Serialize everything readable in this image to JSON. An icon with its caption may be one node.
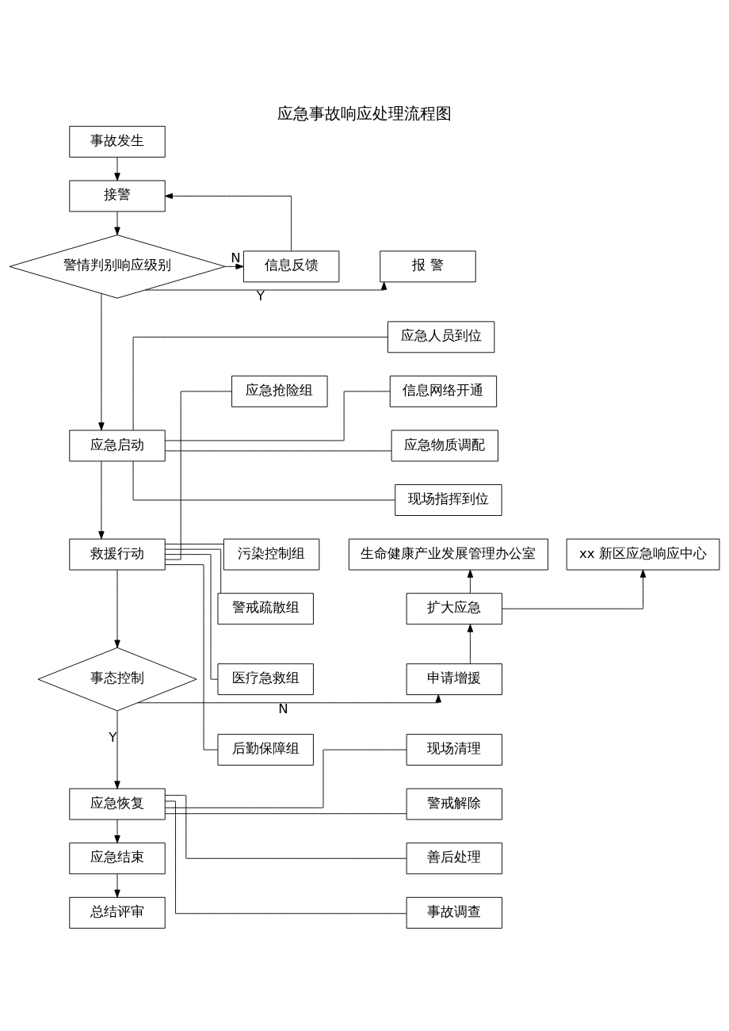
{
  "diagram": {
    "title": "应急事故响应处理流程图",
    "nodes": [
      {
        "text": [
          "事故发生"
        ]
      },
      {
        "text": [
          "接警"
        ]
      },
      {
        "text": [
          "警情判别响应级别"
        ]
      },
      {
        "text": [
          "报 警"
        ]
      },
      {
        "text": [
          "信息反馈"
        ]
      },
      {
        "text": [
          "应急人员到位"
        ]
      },
      {
        "text": [
          "信息网络开通"
        ]
      },
      {
        "text": [
          "应急物质调配"
        ]
      },
      {
        "text": [
          "现场指挥到位"
        ]
      },
      {
        "text": [
          "应急启动"
        ]
      },
      {
        "text": [
          "应急抢险组"
        ]
      },
      {
        "text": [
          "污染控制组"
        ]
      },
      {
        "text": [
          "警戒疏散组"
        ]
      },
      {
        "text": [
          "医疗急救组"
        ]
      },
      {
        "text": [
          "后勤保障组"
        ]
      },
      {
        "text": [
          "生命健康产业发展管理办公室"
        ]
      },
      {
        "text": [
          "xx 新区应急响应中心"
        ]
      },
      {
        "text": [
          "救援行动"
        ]
      },
      {
        "text": [
          "扩大应急"
        ]
      },
      {
        "text": [
          "申请增援"
        ]
      },
      {
        "text": [
          "事态控制"
        ]
      },
      {
        "text": [
          "现场清理"
        ]
      },
      {
        "text": [
          "警戒解除"
        ]
      },
      {
        "text": [
          "善后处理"
        ]
      },
      {
        "text": [
          "事故调查"
        ]
      },
      {
        "text": [
          "应急恢复"
        ]
      },
      {
        "text": [
          "应急结束"
        ]
      },
      {
        "text": [
          "总结评审"
        ]
      }
    ],
    "edges": [
      {
        "from": 0,
        "to": 1,
        "arrow": "to"
      },
      {
        "from": 1,
        "to": 2,
        "arrow": "to"
      },
      {
        "from": 2,
        "to": 3,
        "arrow": "to",
        "label": "Y"
      },
      {
        "from": 2,
        "to": 4,
        "arrow": "to",
        "label": "N"
      },
      {
        "from": 4,
        "to": 1,
        "arrow": "to"
      },
      {
        "from": 2,
        "to": 9,
        "arrow": "to"
      },
      {
        "from": 9,
        "to": 5,
        "arrow": "none"
      },
      {
        "from": 9,
        "to": 6,
        "arrow": "none"
      },
      {
        "from": 9,
        "to": 7,
        "arrow": "none"
      },
      {
        "from": 9,
        "to": 8,
        "arrow": "none"
      },
      {
        "from": 9,
        "to": 17,
        "arrow": "to"
      },
      {
        "from": 17,
        "to": 10,
        "arrow": "none"
      },
      {
        "from": 17,
        "to": 11,
        "arrow": "none"
      },
      {
        "from": 17,
        "to": 12,
        "arrow": "none"
      },
      {
        "from": 17,
        "to": 13,
        "arrow": "none"
      },
      {
        "from": 17,
        "to": 14,
        "arrow": "none"
      },
      {
        "from": 17,
        "to": 20,
        "arrow": "to"
      },
      {
        "from": 20,
        "to": 19,
        "arrow": "to",
        "label": "N"
      },
      {
        "from": 19,
        "to": 18,
        "arrow": "to"
      },
      {
        "from": 18,
        "to": 16,
        "arrow": "to"
      },
      {
        "from": 18,
        "to": 15,
        "arrow": "to"
      },
      {
        "from": 20,
        "to": 25,
        "arrow": "to",
        "label": "Y"
      },
      {
        "from": 25,
        "to": 21,
        "arrow": "none"
      },
      {
        "from": 25,
        "to": 22,
        "arrow": "none"
      },
      {
        "from": 25,
        "to": 23,
        "arrow": "none"
      },
      {
        "from": 25,
        "to": 24,
        "arrow": "none"
      },
      {
        "from": 25,
        "to": 26,
        "arrow": "to"
      },
      {
        "from": 26,
        "to": 27,
        "arrow": "to"
      }
    ]
  }
}
